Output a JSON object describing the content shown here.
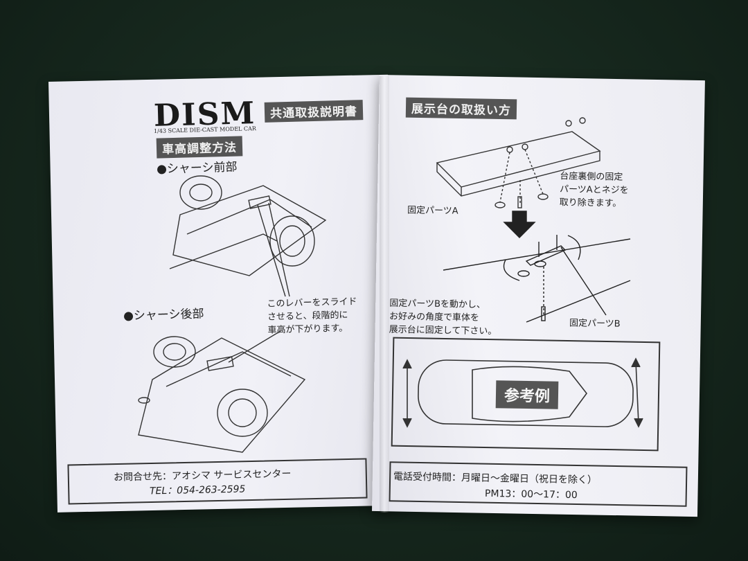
{
  "brand": {
    "logo": "DISM",
    "tagline": "1/43 SCALE DIE-CAST MODEL CAR"
  },
  "left_page": {
    "title": "共通取扱説明書",
    "section_title": "車高調整方法",
    "front_label": "●シャーシ前部",
    "rear_label": "●シャーシ後部",
    "instruction": [
      "このレバーをスライド",
      "させると、段階的に",
      "車高が下がります。"
    ]
  },
  "right_page": {
    "title": "展示台の取扱い方",
    "remove_note": [
      "台座裏側の固定",
      "パーツAとネジを",
      "取り除きます。"
    ],
    "part_a_label": "固定パーツA",
    "part_b_label": "固定パーツB",
    "fix_note": [
      "固定パーツBを動かし、",
      "お好みの角度で車体を",
      "展示台に固定して下さい。"
    ],
    "example_label": "参考例"
  },
  "footer": {
    "contact": "お問合せ先：アオシマ サービスセンター",
    "tel": "TEL：054-263-2595",
    "hours_label": "電話受付時間：月曜日～金曜日（祝日を除く）",
    "hours": "PM13：00～17：00"
  }
}
